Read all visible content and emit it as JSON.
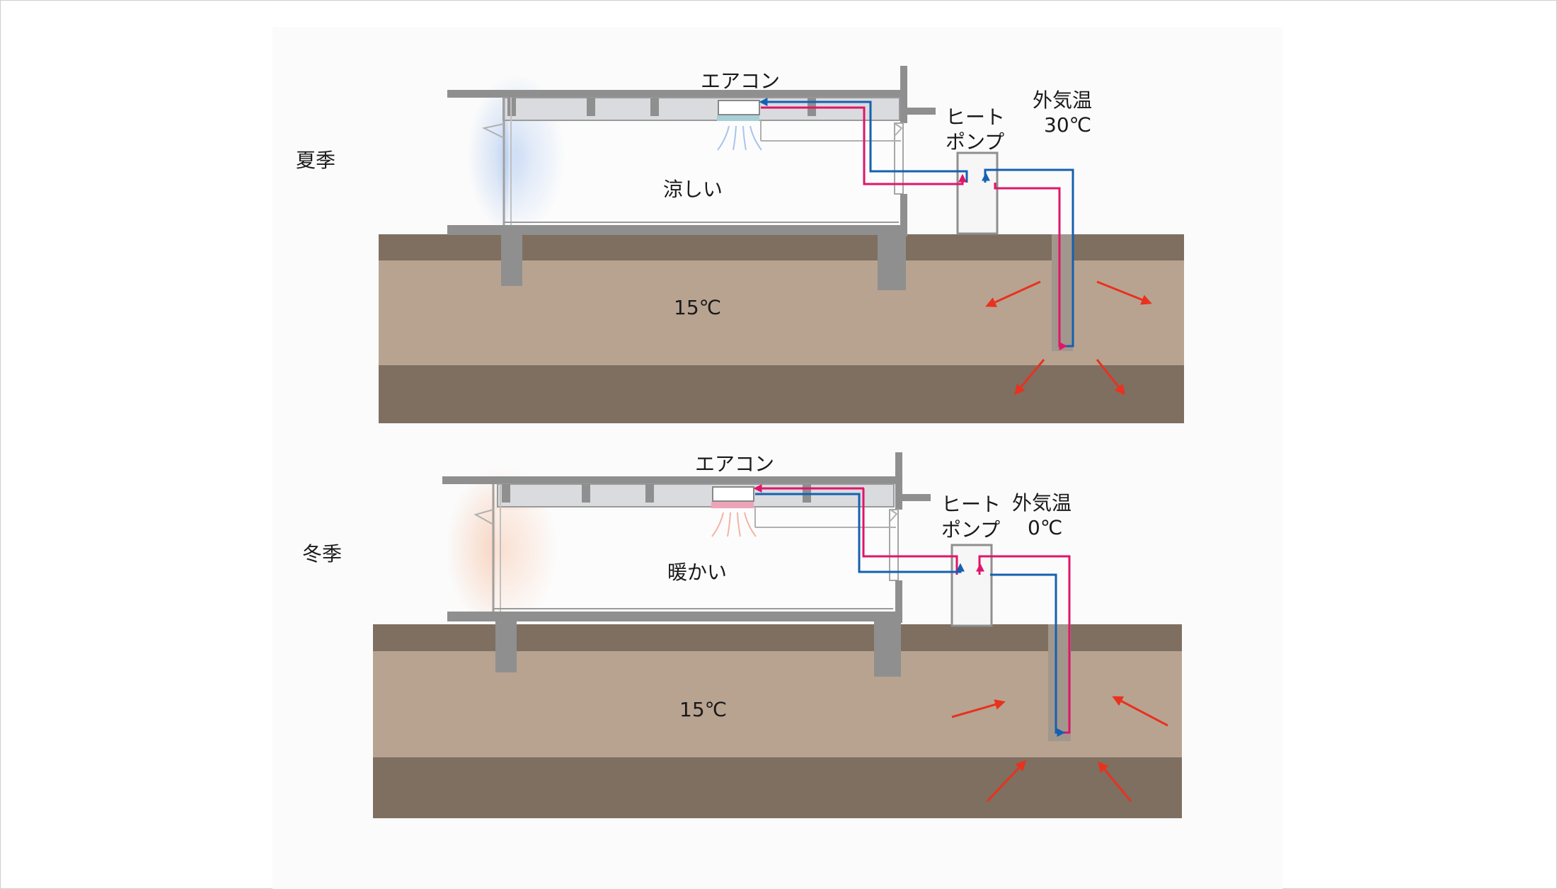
{
  "summer": {
    "season_label": "夏季",
    "aircon_label": "エアコン",
    "heatpump_label_line1": "ヒート",
    "heatpump_label_line2": "ポンプ",
    "outside_label_line1": "外気温",
    "outside_temp": "30℃",
    "room_label": "涼しい",
    "ground_temp": "15℃"
  },
  "winter": {
    "season_label": "冬季",
    "aircon_label": "エアコン",
    "heatpump_label_line1": "ヒート",
    "heatpump_label_line2": "ポンプ",
    "outside_label_line1": "外気温",
    "outside_temp": "0℃",
    "room_label": "暖かい",
    "ground_temp": "15℃"
  },
  "colors": {
    "pipe_hot": "#e0156a",
    "pipe_cold": "#1560b0",
    "heat_arrow": "#e8321e",
    "soil_light": "#b8a391",
    "soil_dark": "#7e6f61",
    "structure": "#8f8f8f",
    "cool_glow": "#a8c4ee",
    "warm_glow": "#f6c3a6"
  }
}
